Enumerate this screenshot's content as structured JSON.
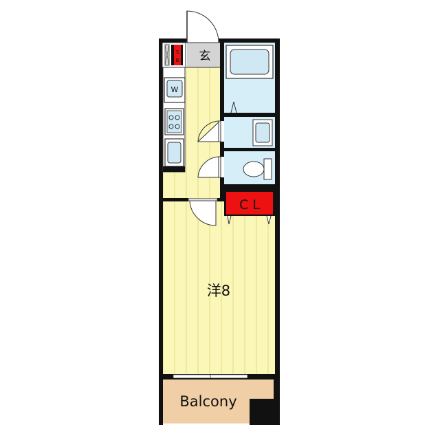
{
  "labels": {
    "entrance": "玄",
    "shoe_box_s": "S",
    "shoe_box_b": "B",
    "washer": "W",
    "closet": "C L",
    "western_room": "洋8",
    "balcony": "Balcony"
  },
  "colors": {
    "wall": "#111111",
    "floor_yellow": "#fbf7b8",
    "floor_line": "#e4d98a",
    "wet_blue": "#d5eef8",
    "entrance_gray": "#d4d4d4",
    "closet_red": "#ee1111",
    "balcony_tan": "#f0cfa6",
    "fixture_blue": "#cfe8f4"
  },
  "icons": [
    "door-swing-icon",
    "bathtub-icon",
    "washbasin-icon",
    "toilet-icon",
    "washer-icon",
    "stove-icon",
    "sink-icon"
  ]
}
